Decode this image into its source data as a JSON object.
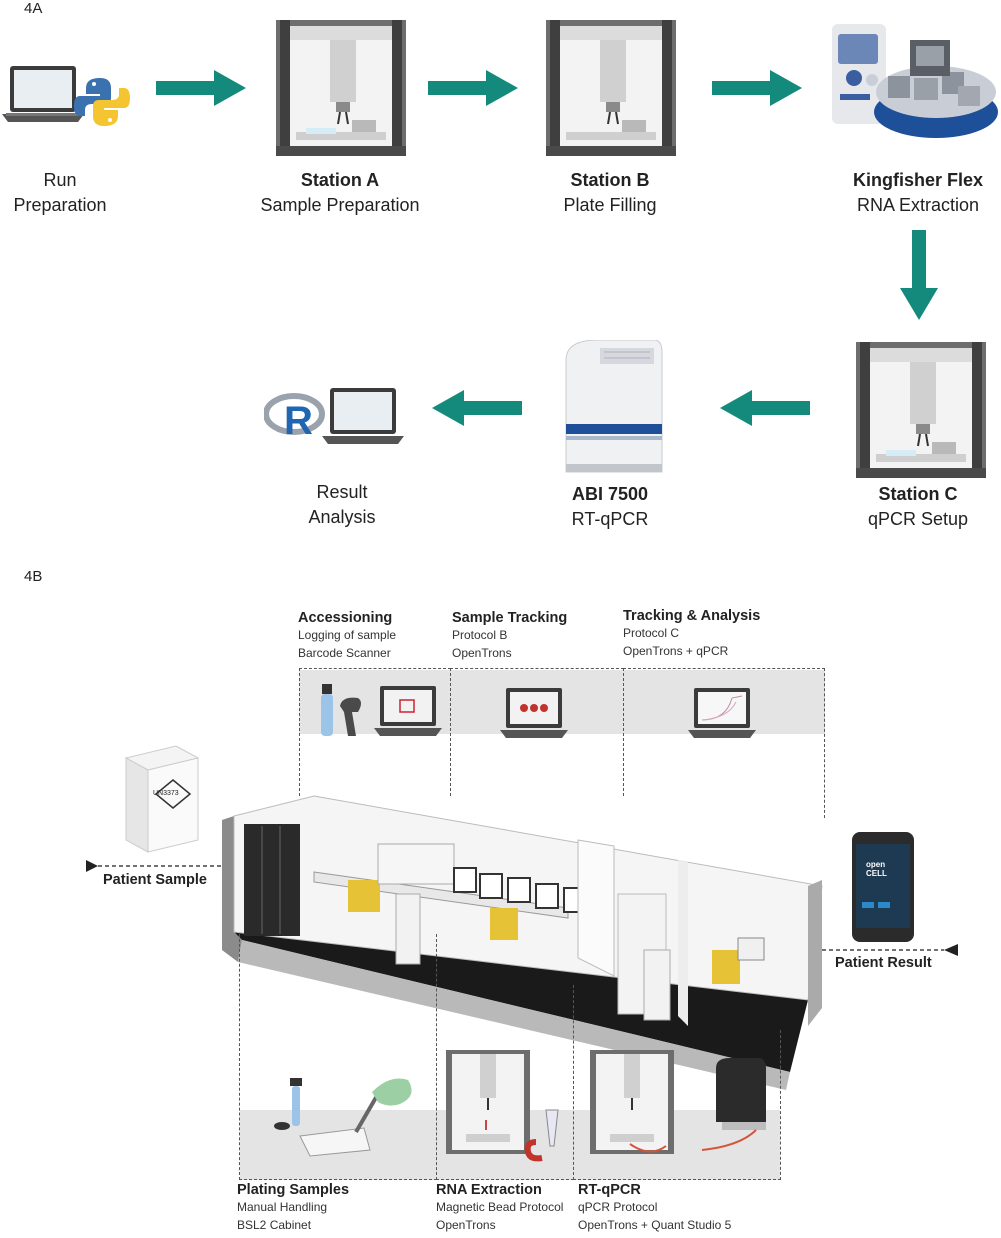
{
  "panel_a": {
    "label": "4A",
    "nodes": {
      "run_prep": {
        "line1": "Run",
        "line2": "Preparation"
      },
      "station_a": {
        "title": "Station A",
        "subtitle": "Sample Preparation"
      },
      "station_b": {
        "title": "Station B",
        "subtitle": "Plate Filling"
      },
      "kingfisher": {
        "title": "Kingfisher Flex",
        "subtitle": "RNA Extraction"
      },
      "station_c": {
        "title": "Station C",
        "subtitle": "qPCR Setup"
      },
      "abi": {
        "title": "ABI 7500",
        "subtitle": "RT-qPCR"
      },
      "result": {
        "line1": "Result",
        "line2": "Analysis"
      }
    },
    "arrow_color": "#138a7c"
  },
  "panel_b": {
    "label": "4B",
    "top_sections": [
      {
        "title": "Accessioning",
        "lines": [
          "Logging of sample",
          "Barcode Scanner"
        ]
      },
      {
        "title": "Sample Tracking",
        "lines": [
          "Protocol B",
          "OpenTrons"
        ]
      },
      {
        "title": "Tracking & Analysis",
        "lines": [
          "Protocol C",
          "OpenTrons + qPCR"
        ]
      }
    ],
    "bottom_sections": [
      {
        "title": "Plating Samples",
        "lines": [
          "Manual Handling",
          "BSL2 Cabinet"
        ]
      },
      {
        "title": "RNA Extraction",
        "lines": [
          "Magnetic Bead Protocol",
          "OpenTrons"
        ]
      },
      {
        "title": "RT-qPCR",
        "lines": [
          "qPCR Protocol",
          "OpenTrons + Quant Studio 5"
        ]
      }
    ],
    "patient_sample": "Patient Sample",
    "patient_result": "Patient Result",
    "box_label": "UN3373",
    "phone_text": "open CELL"
  }
}
